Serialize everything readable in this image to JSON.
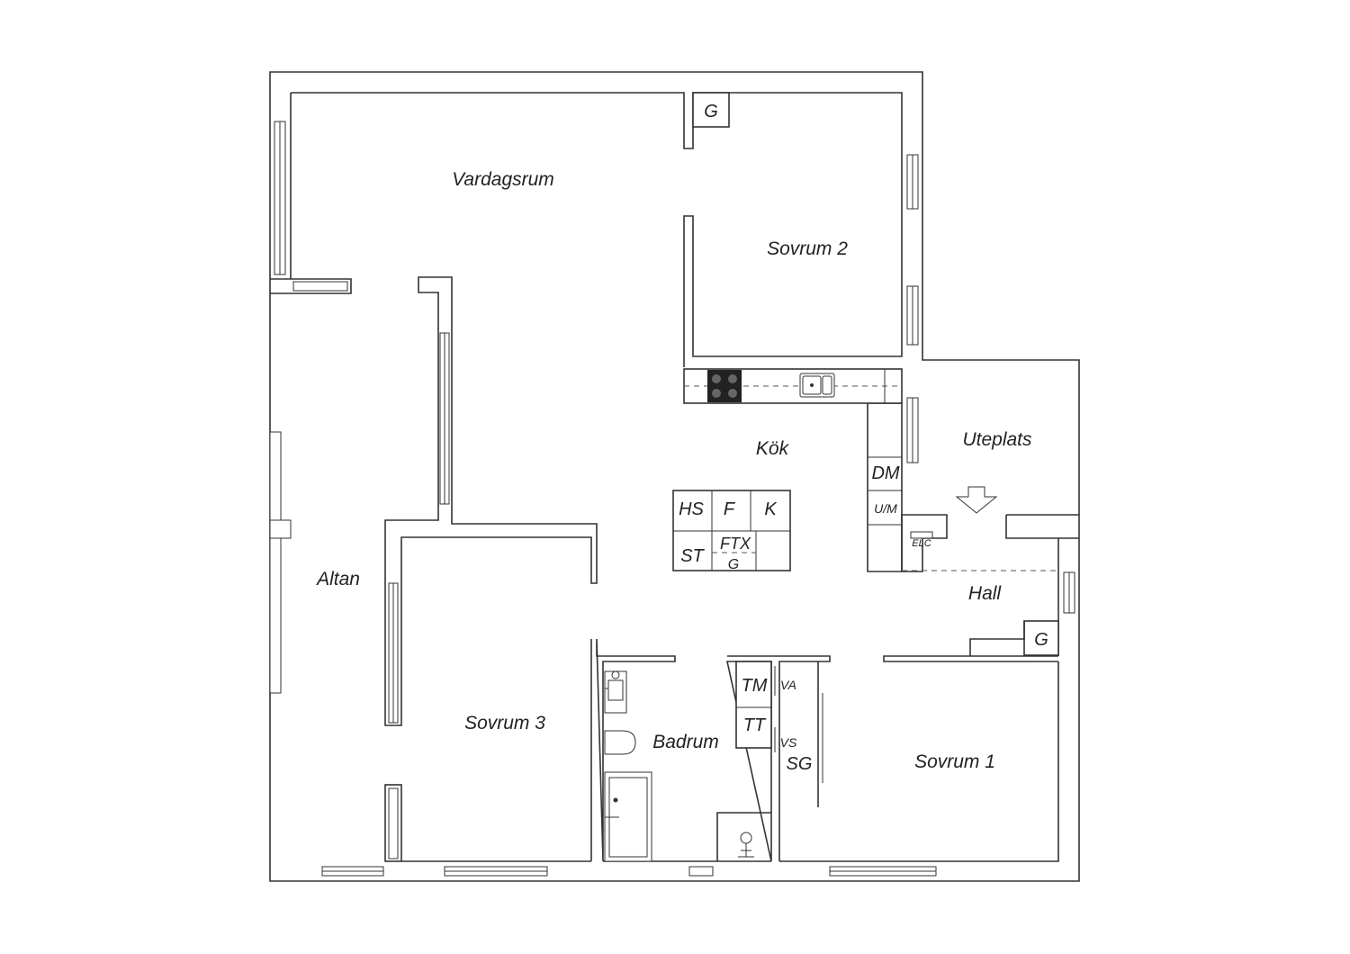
{
  "rooms": {
    "vardagsrum": "Vardagsrum",
    "sovrum2": "Sovrum 2",
    "kok": "Kök",
    "uteplats": "Uteplats",
    "altan": "Altan",
    "hall": "Hall",
    "sovrum3": "Sovrum 3",
    "badrum": "Badrum",
    "sovrum1": "Sovrum 1"
  },
  "fixtures": {
    "g_top": "G",
    "g_hall": "G",
    "dm": "DM",
    "um": "U/M",
    "elc": "ELC",
    "hs": "HS",
    "f": "F",
    "k": "K",
    "st": "ST",
    "ftx": "FTX",
    "ftx_g": "G",
    "tm": "TM",
    "tt": "TT",
    "va": "VA",
    "vs": "VS",
    "sg": "SG"
  },
  "icons": [
    "entrance-arrow-icon",
    "stove-icon",
    "sink-icon",
    "bathroom-sink-icon",
    "toilet-icon",
    "bathtub-icon",
    "shower-icon"
  ]
}
